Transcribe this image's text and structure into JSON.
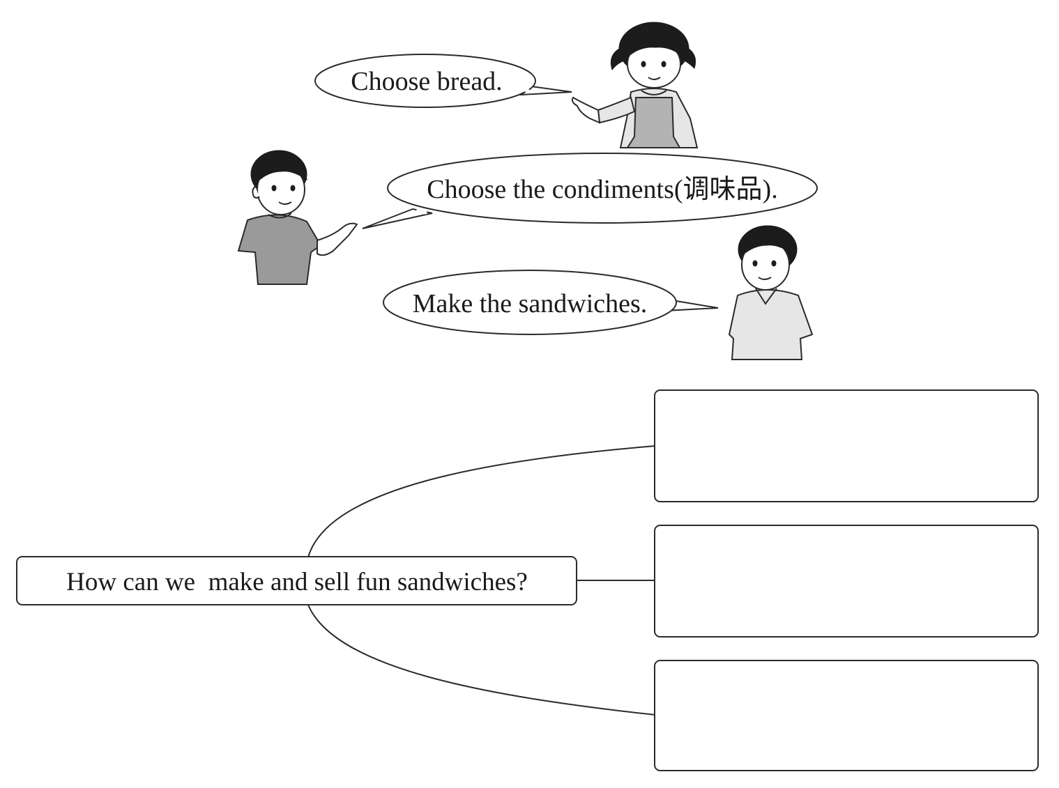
{
  "speech_bubbles": [
    {
      "speaker": "girl",
      "text": "Choose bread."
    },
    {
      "speaker": "boy-left",
      "text": "Choose the condiments(调味品)."
    },
    {
      "speaker": "boy-right",
      "text": "Make the sandwiches."
    }
  ],
  "mind_map": {
    "question": "How can we  make and sell fun sandwiches?",
    "answer_boxes": [
      "",
      "",
      ""
    ]
  }
}
